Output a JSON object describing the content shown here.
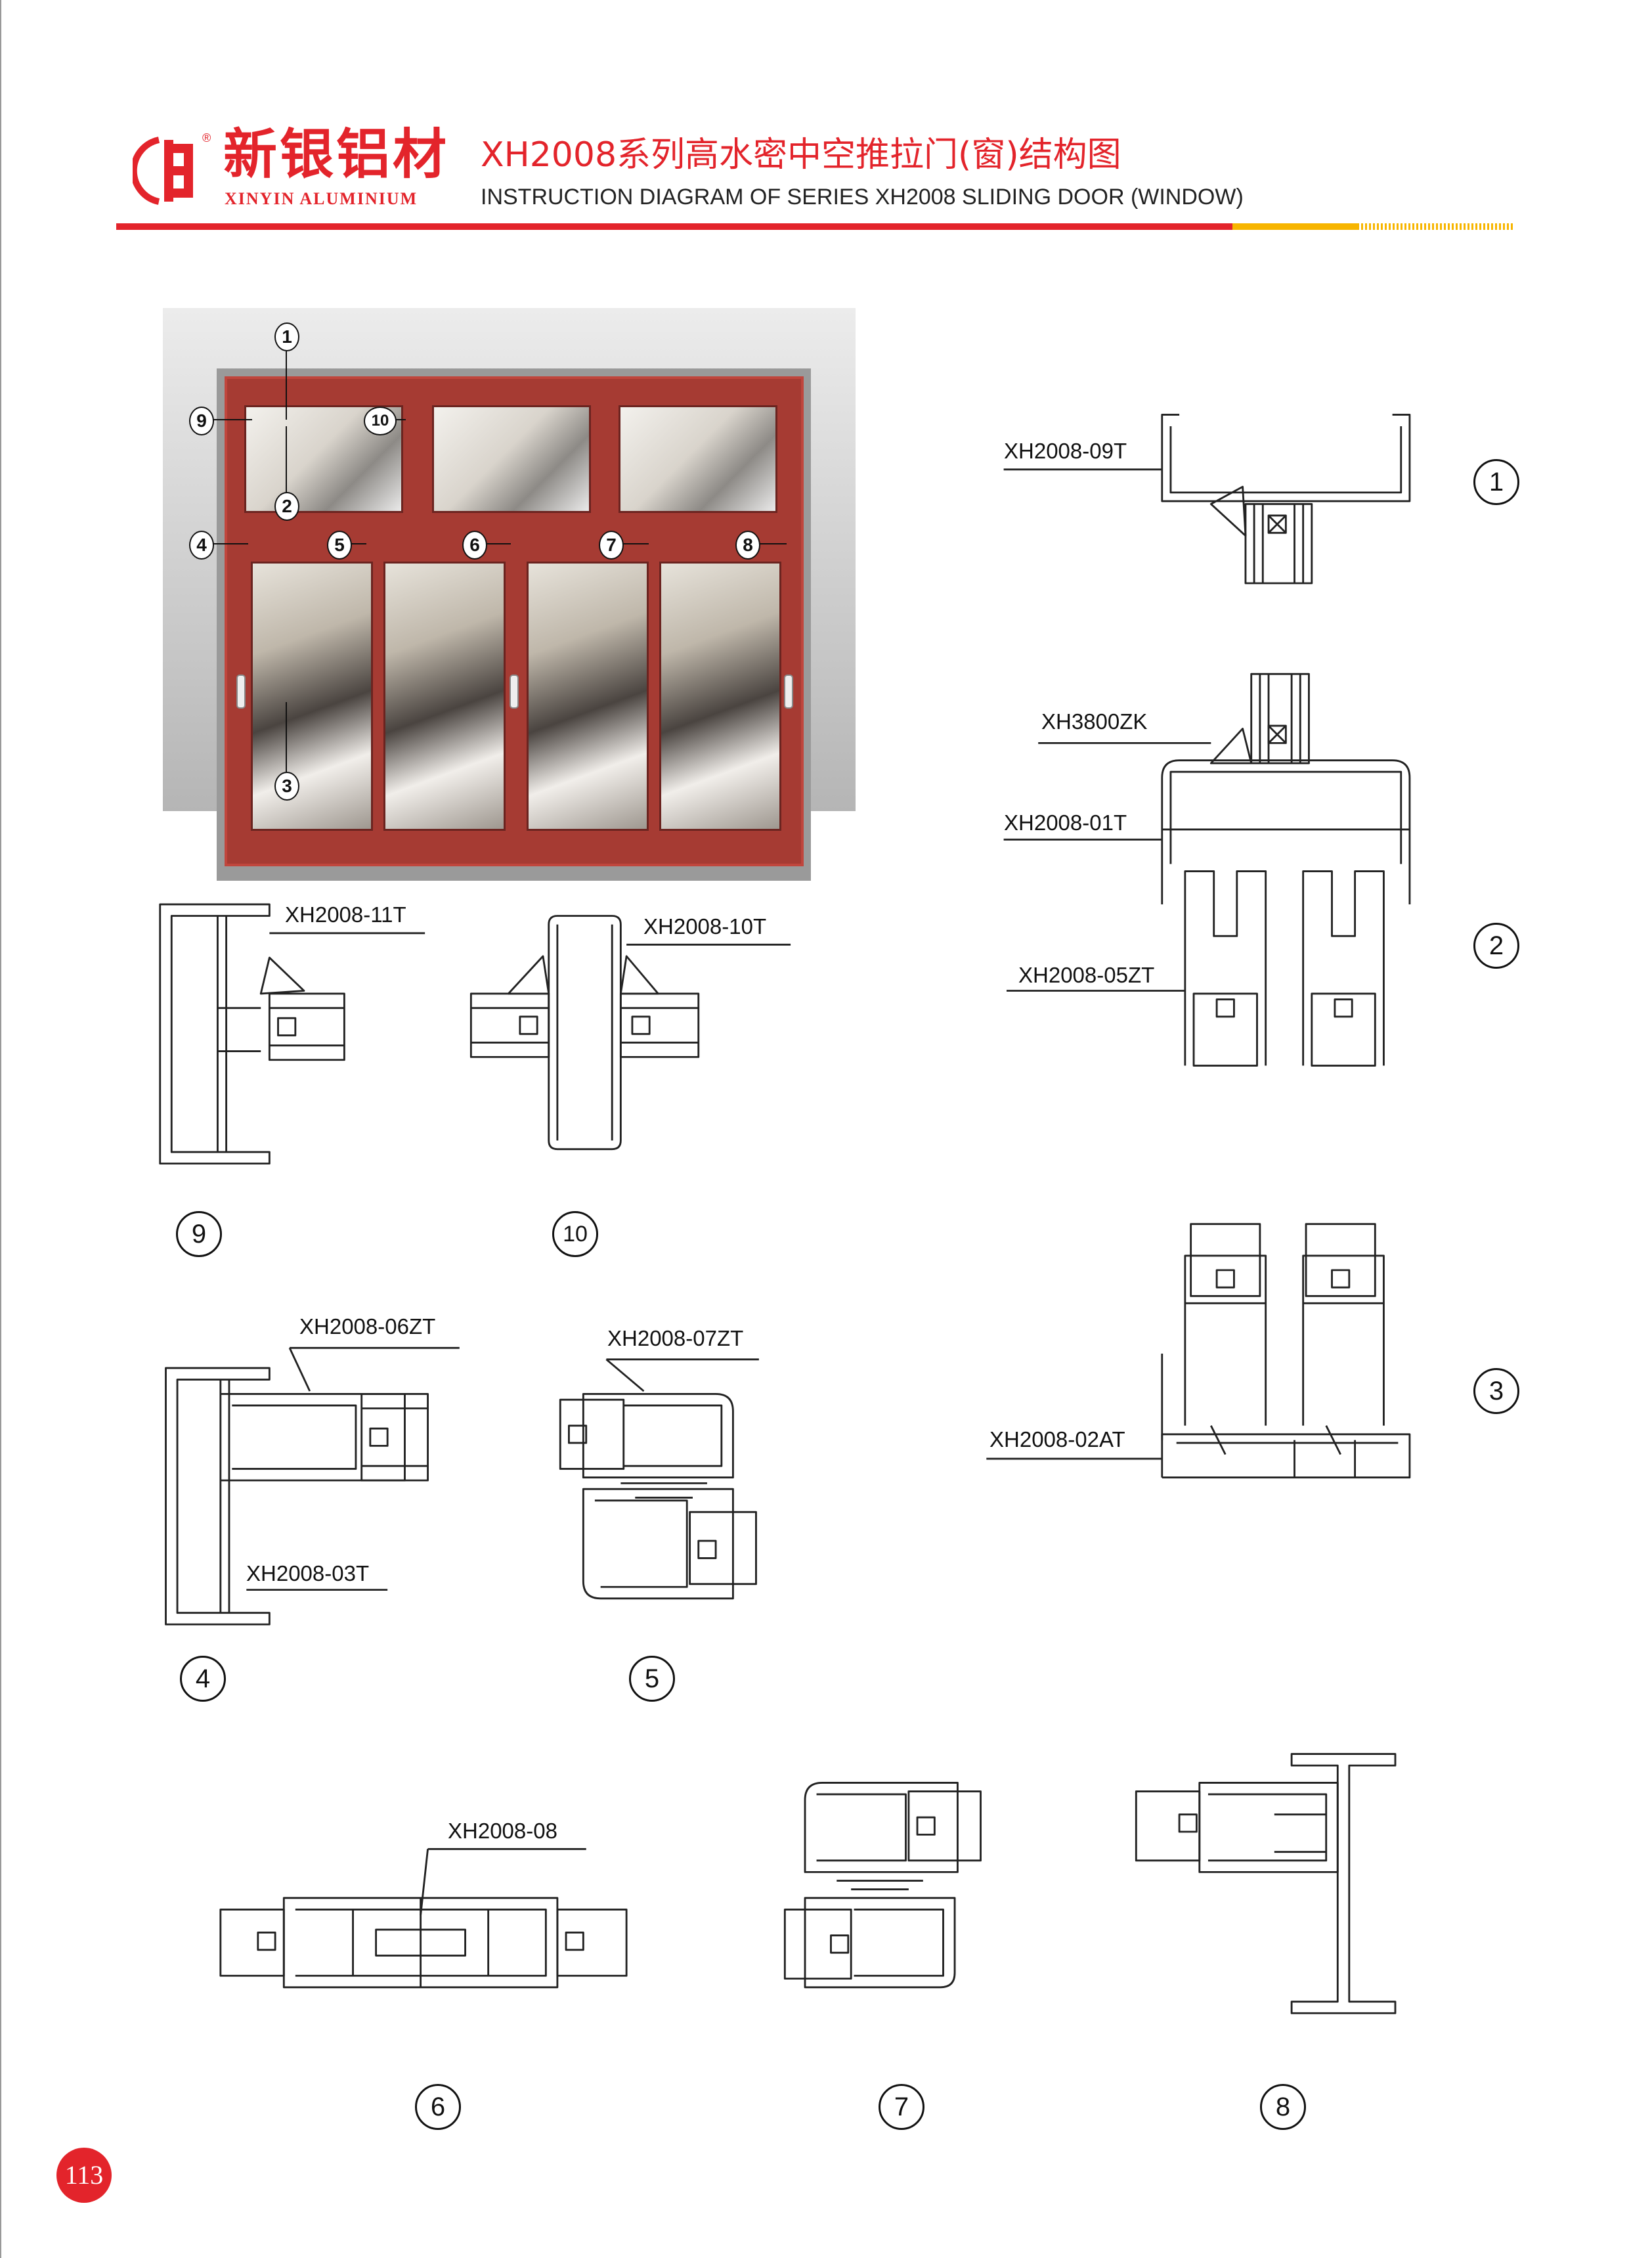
{
  "header": {
    "brand_cn": "新银铝材",
    "brand_en": "XINYIN ALUMINIUM",
    "registered_mark": "®",
    "title_cn": "XH2008系列高水密中空推拉门(窗)结构图",
    "title_en": "INSTRUCTION DIAGRAM OF SERIES XH2008 SLIDING DOOR (WINDOW)"
  },
  "photo_callouts": [
    "1",
    "2",
    "3",
    "4",
    "5",
    "6",
    "7",
    "8",
    "9",
    "10"
  ],
  "sections": [
    {
      "number": "1",
      "labels": [
        "XH2008-09T"
      ]
    },
    {
      "number": "2",
      "labels": [
        "XH3800ZK",
        "XH2008-01T",
        "XH2008-05ZT"
      ]
    },
    {
      "number": "3",
      "labels": [
        "XH2008-02AT"
      ]
    },
    {
      "number": "4",
      "labels": [
        "XH2008-06ZT",
        "XH2008-03T"
      ]
    },
    {
      "number": "5",
      "labels": [
        "XH2008-07ZT"
      ]
    },
    {
      "number": "6",
      "labels": [
        "XH2008-08"
      ]
    },
    {
      "number": "7",
      "labels": []
    },
    {
      "number": "8",
      "labels": []
    },
    {
      "number": "9",
      "labels": [
        "XH2008-11T"
      ]
    },
    {
      "number": "10",
      "labels": [
        "XH2008-10T"
      ]
    }
  ],
  "page_number": "113",
  "colors": {
    "brand_red": "#e3242b",
    "accent_yellow": "#f7b500",
    "frame_red": "#a63b33"
  }
}
